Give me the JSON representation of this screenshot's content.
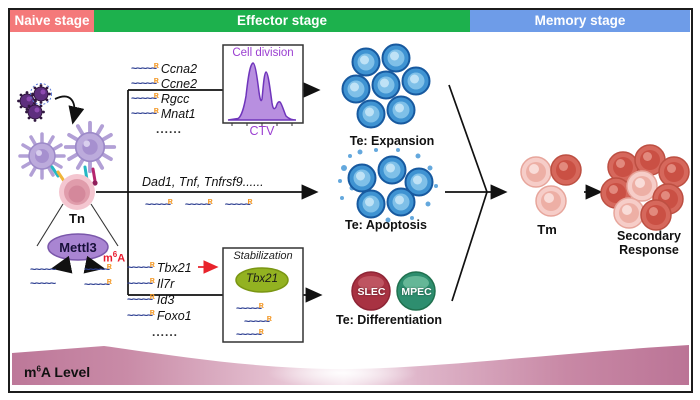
{
  "stages": {
    "naive": "Naive stage",
    "effector": "Effector stage",
    "memory": "Memory stage"
  },
  "naive_panel": {
    "tn": "Tn",
    "mettl3": "Mettl3",
    "m6a": {
      "base": "m",
      "sup": "6",
      "tail": "A"
    }
  },
  "rows": {
    "expansion": {
      "genes": [
        "Ccna2",
        "Ccne2",
        "Rgcc",
        "Mnat1"
      ],
      "dots": "......",
      "box_title": "Cell division",
      "axis": "CTV",
      "label": "Te: Expansion"
    },
    "apoptosis": {
      "genes_line": "Dad1, Tnf, Tnfrsf9......",
      "label": "Te: Apoptosis"
    },
    "differentiation": {
      "genes": [
        "Tbx21",
        "Il7r",
        "Id3",
        "Foxo1"
      ],
      "dots": "......",
      "box_title": "Stabilization",
      "ellipse": "Tbx21",
      "slec": "SLEC",
      "mpec": "MPEC",
      "label": "Te: Differentiation"
    }
  },
  "memory_panel": {
    "tm": "Tm",
    "secondary_line1": "Secondary",
    "secondary_line2": "Response"
  },
  "footer": {
    "m6a_level": {
      "base": "m",
      "sup": "6",
      "tail": "A Level"
    }
  },
  "icons": {
    "rna_wave": "~~~~~",
    "rna_wave_short": "~~~~",
    "m6a_mark": "ʀ"
  },
  "colors": {
    "naive_bg": "#f4797a",
    "effector_bg": "#1db14d",
    "memory_bg": "#6e9ce8",
    "purple_text": "#9b3fd1",
    "histogram_fill": "#b88fe0",
    "red_accent": "#e8232b",
    "wave_navy": "#2c3e91",
    "m6a_mark_orange": "#f39a2a",
    "blue_cell": "#3f93d2",
    "slec_red": "#a83242",
    "mpec_green": "#2e8e6f",
    "tm_pink": "#f6cdc8",
    "tm_red": "#d6685c",
    "band_mauve": "#c584a2",
    "tbx21_green": "#93b221",
    "mettl3_purple": "#a985d2"
  }
}
